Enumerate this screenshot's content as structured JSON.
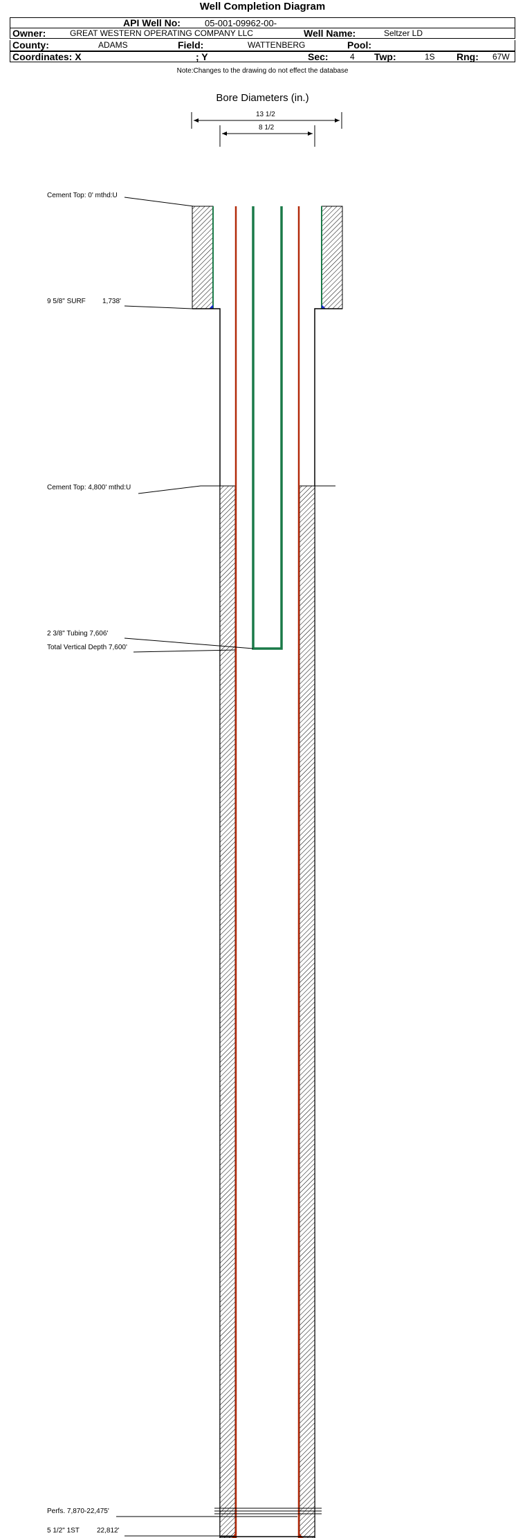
{
  "header": {
    "title": "Well Completion Diagram",
    "api_label": "API Well No:",
    "api_value": "05-001-09962-00-",
    "owner_label": "Owner:",
    "owner_value": "GREAT WESTERN OPERATING COMPANY LLC",
    "well_name_label": "Well Name:",
    "well_name_value": "Seltzer LD",
    "county_label": "County:",
    "county_value": "ADAMS",
    "field_label": "Field:",
    "field_value": "WATTENBERG",
    "pool_label": "Pool:",
    "pool_value": "",
    "coord_x_label": "Coordinates: X",
    "coord_y_label": "; Y",
    "sec_label": "Sec:",
    "sec_value": "4",
    "twp_label": "Twp:",
    "twp_value": "1S",
    "rng_label": "Rng:",
    "rng_value": "67W"
  },
  "note": "Note:Changes to the drawing do not effect the database",
  "bore": {
    "title": "Bore Diameters (in.)",
    "diam_outer": "13 1/2",
    "diam_inner": "8 1/2"
  },
  "annotations": {
    "cement_top_surface": "Cement Top: 0' mthd:U",
    "surface_casing_name": "9 5/8\" SURF",
    "surface_casing_depth": "1,738'",
    "cement_top_production": "Cement Top: 4,800' mthd:U",
    "tubing": "2 3/8\" Tubing 7,606'",
    "tvd": "Total Vertical Depth 7,600'",
    "perfs": "Perfs. 7,870-22,475'",
    "production_casing_name": "5 1/2\" 1ST",
    "production_casing_depth": "22,812'"
  },
  "colors": {
    "production_casing": "#b22a0a",
    "tubing": "#1a7a48",
    "surface_casing": "#1a7a48",
    "shoe": "#1a2bd0"
  }
}
